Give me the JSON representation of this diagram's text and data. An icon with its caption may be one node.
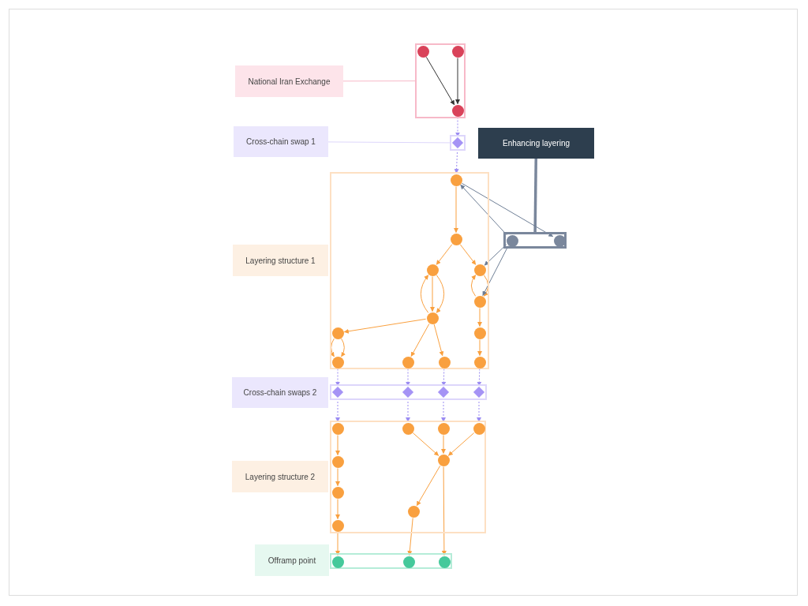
{
  "diagram": {
    "nodes": [
      {
        "text": [
          "National Iran Exchange"
        ]
      },
      {
        "text": [],
        "shape": "box"
      },
      {
        "text": [],
        "shape": "circle",
        "in": 1
      },
      {
        "text": [],
        "shape": "circle",
        "in": 1
      },
      {
        "text": [],
        "shape": "circle",
        "in": 1
      },
      {
        "text": [
          "Cross-chain swap 1"
        ]
      },
      {
        "text": [],
        "shape": "box"
      },
      {
        "text": [],
        "shape": "diamond",
        "in": 6
      },
      {
        "text": [
          "Enhancing layering"
        ]
      },
      {
        "text": [
          "Layering structure 1"
        ]
      },
      {
        "text": [],
        "shape": "box"
      },
      {
        "text": [],
        "shape": "circle",
        "in": 10
      },
      {
        "text": [],
        "shape": "circle",
        "in": 10
      },
      {
        "text": [],
        "shape": "circle",
        "in": 10
      },
      {
        "text": [],
        "shape": "circle",
        "in": 10
      },
      {
        "text": [],
        "shape": "circle",
        "in": 10
      },
      {
        "text": [],
        "shape": "circle",
        "in": 10
      },
      {
        "text": [],
        "shape": "circle",
        "in": 10
      },
      {
        "text": [],
        "shape": "circle",
        "in": 10
      },
      {
        "text": [],
        "shape": "circle",
        "in": 10
      },
      {
        "text": [],
        "shape": "circle",
        "in": 10
      },
      {
        "text": [],
        "shape": "circle",
        "in": 10
      },
      {
        "text": [],
        "shape": "circle",
        "in": 10
      },
      {
        "text": [],
        "shape": "box"
      },
      {
        "text": [],
        "shape": "circle",
        "in": 23
      },
      {
        "text": [],
        "shape": "circle",
        "in": 23
      },
      {
        "text": [
          "Cross-chain swaps 2"
        ]
      },
      {
        "text": [],
        "shape": "box"
      },
      {
        "text": [],
        "shape": "diamond",
        "in": 27
      },
      {
        "text": [],
        "shape": "diamond",
        "in": 27
      },
      {
        "text": [],
        "shape": "diamond",
        "in": 27
      },
      {
        "text": [],
        "shape": "diamond",
        "in": 27
      },
      {
        "text": [
          "Layering structure 2"
        ]
      },
      {
        "text": [],
        "shape": "box"
      },
      {
        "text": [],
        "shape": "circle",
        "in": 33
      },
      {
        "text": [],
        "shape": "circle",
        "in": 33
      },
      {
        "text": [],
        "shape": "circle",
        "in": 33
      },
      {
        "text": [],
        "shape": "circle",
        "in": 33
      },
      {
        "text": [],
        "shape": "circle",
        "in": 33
      },
      {
        "text": [],
        "shape": "circle",
        "in": 33
      },
      {
        "text": [],
        "shape": "circle",
        "in": 33
      },
      {
        "text": [],
        "shape": "circle",
        "in": 33
      },
      {
        "text": [],
        "shape": "circle",
        "in": 33
      },
      {
        "text": [
          "Offramp point"
        ]
      },
      {
        "text": [],
        "shape": "box"
      },
      {
        "text": [],
        "shape": "circle",
        "in": 44
      },
      {
        "text": [],
        "shape": "circle",
        "in": 44
      },
      {
        "text": [],
        "shape": "circle",
        "in": 44
      }
    ],
    "edges": [
      {
        "from": 0,
        "to": 1,
        "arrow": "none",
        "color": "#f7b9c8"
      },
      {
        "from": 5,
        "to": 6,
        "arrow": "none",
        "color": "#ddd6fb"
      },
      {
        "from": 8,
        "to": 23,
        "arrow": "none",
        "style": "thick",
        "color": "#7a879c"
      },
      {
        "from": 2,
        "to": 4,
        "arrow": "to",
        "color": "#333333"
      },
      {
        "from": 3,
        "to": 4,
        "arrow": "to",
        "color": "#333333"
      },
      {
        "from": 4,
        "to": 7,
        "arrow": "to",
        "style": "dashed",
        "color": "#9b8cf2"
      },
      {
        "from": 7,
        "to": 11,
        "arrow": "to",
        "style": "dashed",
        "color": "#9b8cf2"
      },
      {
        "from": 11,
        "to": 12,
        "arrow": "to"
      },
      {
        "from": 12,
        "to": 13,
        "arrow": "to"
      },
      {
        "from": 12,
        "to": 14,
        "arrow": "to"
      },
      {
        "from": 13,
        "to": 15,
        "arrow": "to"
      },
      {
        "from": 13,
        "to": 15,
        "arrow": "to"
      },
      {
        "from": 15,
        "to": 13,
        "arrow": "to"
      },
      {
        "from": 14,
        "to": 16,
        "arrow": "to"
      },
      {
        "from": 16,
        "to": 14,
        "arrow": "to"
      },
      {
        "from": 16,
        "to": 18,
        "arrow": "to"
      },
      {
        "from": 18,
        "to": 22,
        "arrow": "to"
      },
      {
        "from": 15,
        "to": 17,
        "arrow": "to"
      },
      {
        "from": 15,
        "to": 20,
        "arrow": "to"
      },
      {
        "from": 15,
        "to": 21,
        "arrow": "to"
      },
      {
        "from": 17,
        "to": 19,
        "arrow": "to"
      },
      {
        "from": 17,
        "to": 19,
        "arrow": "to"
      },
      {
        "from": 24,
        "to": 11,
        "arrow": "to",
        "color": "#6f7f96"
      },
      {
        "from": 11,
        "to": 25,
        "arrow": "to",
        "color": "#6f7f96"
      },
      {
        "from": 24,
        "to": 14,
        "arrow": "to",
        "color": "#6f7f96"
      },
      {
        "from": 24,
        "to": 16,
        "arrow": "to",
        "color": "#6f7f96"
      },
      {
        "from": 19,
        "to": 28,
        "arrow": "to",
        "style": "dashed",
        "color": "#9b8cf2"
      },
      {
        "from": 20,
        "to": 29,
        "arrow": "to",
        "style": "dashed",
        "color": "#9b8cf2"
      },
      {
        "from": 21,
        "to": 30,
        "arrow": "to",
        "style": "dashed",
        "color": "#9b8cf2"
      },
      {
        "from": 22,
        "to": 31,
        "arrow": "to",
        "style": "dashed",
        "color": "#9b8cf2"
      },
      {
        "from": 28,
        "to": 34,
        "arrow": "to",
        "style": "dashed",
        "color": "#9b8cf2"
      },
      {
        "from": 29,
        "to": 35,
        "arrow": "to",
        "style": "dashed",
        "color": "#9b8cf2"
      },
      {
        "from": 30,
        "to": 36,
        "arrow": "to",
        "style": "dashed",
        "color": "#9b8cf2"
      },
      {
        "from": 31,
        "to": 37,
        "arrow": "to",
        "style": "dashed",
        "color": "#9b8cf2"
      },
      {
        "from": 34,
        "to": 38,
        "arrow": "to"
      },
      {
        "from": 38,
        "to": 40,
        "arrow": "to"
      },
      {
        "from": 40,
        "to": 42,
        "arrow": "to"
      },
      {
        "from": 42,
        "to": 45,
        "arrow": "to"
      },
      {
        "from": 35,
        "to": 39,
        "arrow": "to"
      },
      {
        "from": 36,
        "to": 39,
        "arrow": "to"
      },
      {
        "from": 37,
        "to": 39,
        "arrow": "to"
      },
      {
        "from": 39,
        "to": 41,
        "arrow": "to"
      },
      {
        "from": 39,
        "to": 47,
        "arrow": "to"
      },
      {
        "from": 41,
        "to": 46,
        "arrow": "to"
      }
    ]
  }
}
